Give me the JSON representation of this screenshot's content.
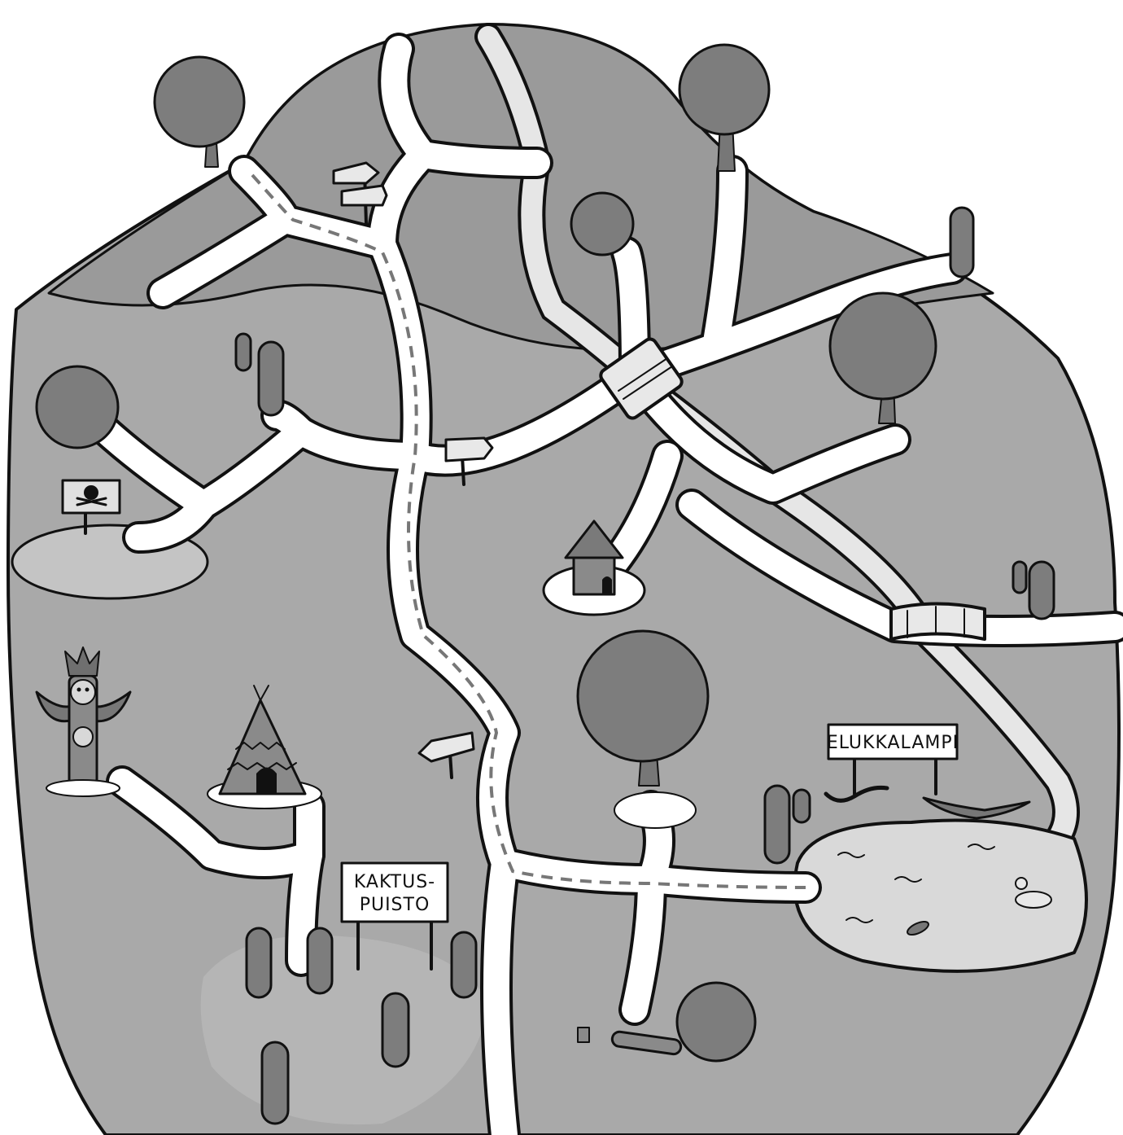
{
  "signs": {
    "kaktuspuisto": {
      "line1": "KAKTUS-",
      "line2": "PUISTO"
    },
    "elukkalampi": {
      "label": "ELUKKALAMPI"
    }
  },
  "colors": {
    "terrain": "#a9a9a9",
    "hill": "#9a9a9a",
    "path": "#ffffff",
    "ink": "#111111",
    "vegetation": "#7d7d7d",
    "pond": "#d9d9d9",
    "clearing": "#c4c4c4"
  },
  "icons": [
    "tree-icon",
    "cactus-icon",
    "signpost-icon",
    "bridge-icon",
    "hut-icon",
    "teepee-icon",
    "totem-pole-icon",
    "skull-warning-sign-icon",
    "snake-icon",
    "lizard-icon",
    "duck-icon",
    "fish-icon",
    "log-icon",
    "stump-icon"
  ]
}
